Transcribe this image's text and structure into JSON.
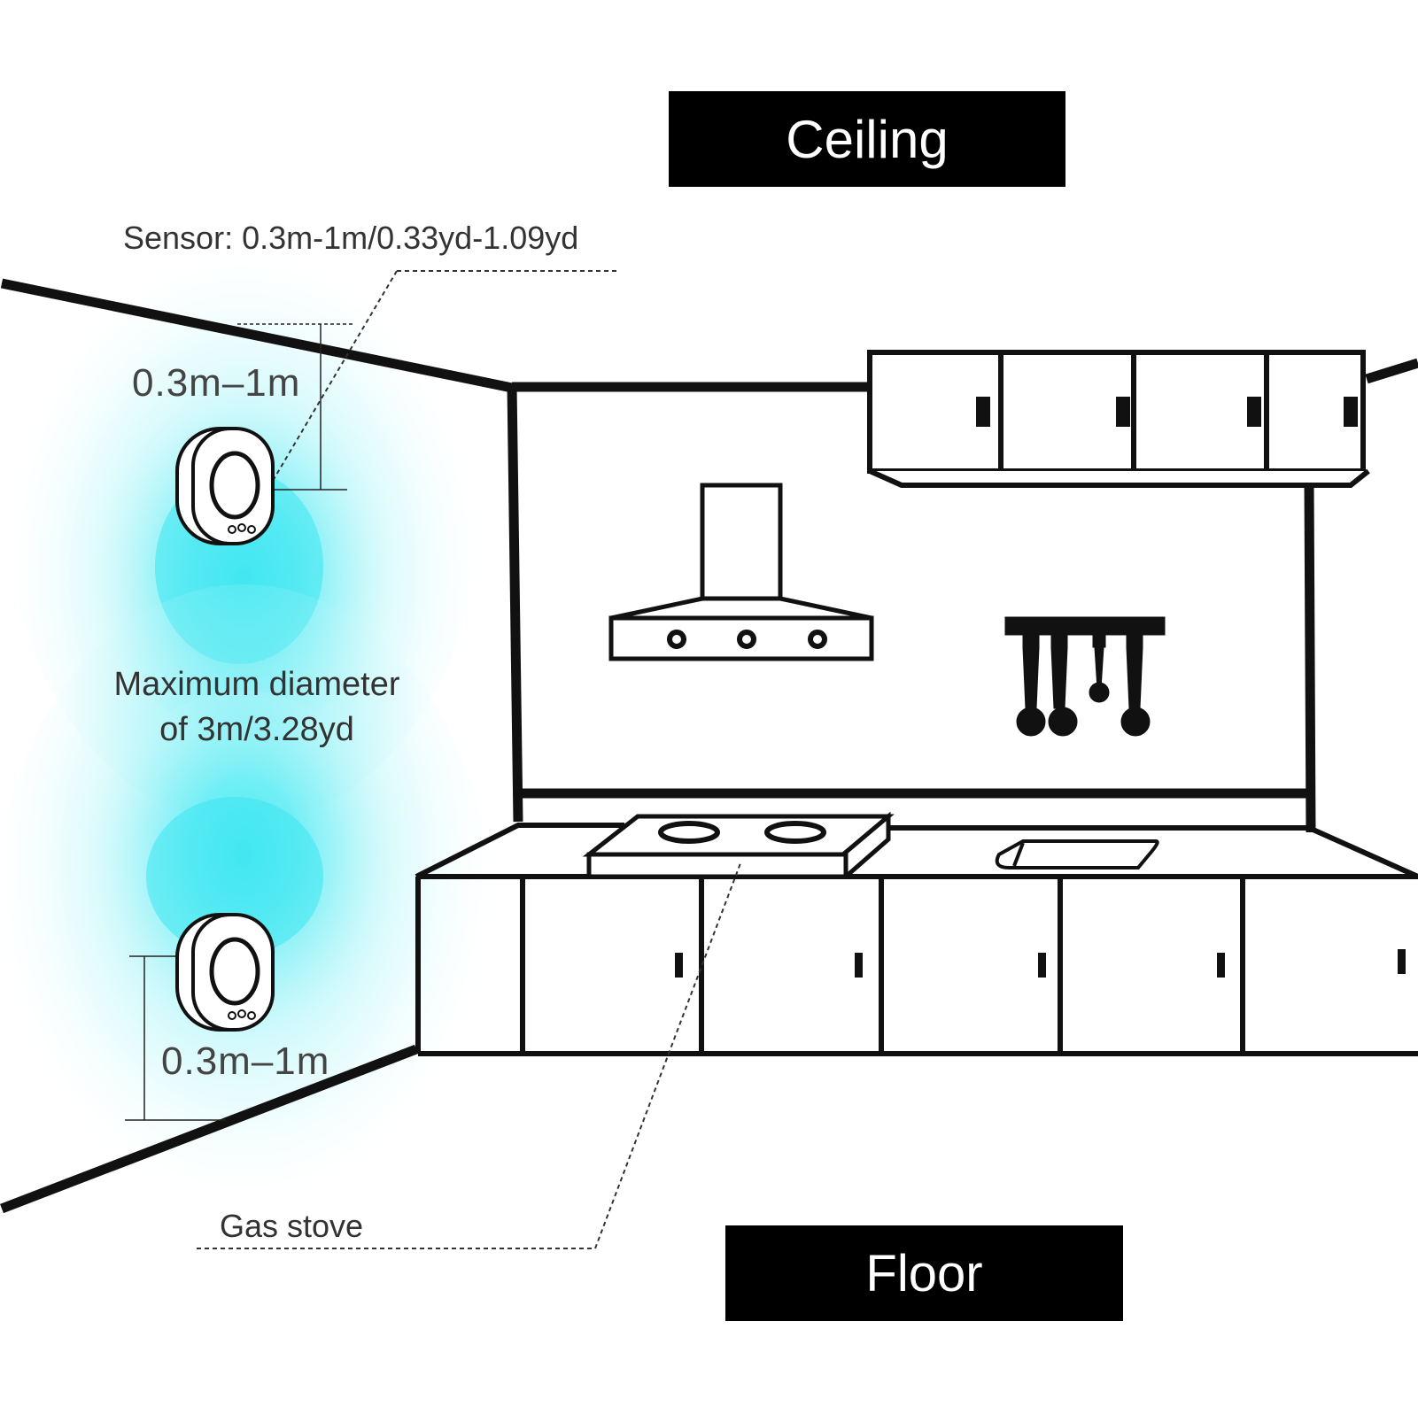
{
  "labels": {
    "ceiling": "Ceiling",
    "floor": "Floor",
    "sensor_range": "Sensor: 0.3m-1m/0.33yd-1.09yd",
    "top_distance": "0.3m–1m",
    "bottom_distance": "0.3m–1m",
    "max_diameter": "Maximum diameter of 3m/3.28yd",
    "gas_stove": "Gas stove"
  },
  "icons": {
    "top_sensor": "gas-detector-icon",
    "bottom_sensor": "gas-detector-icon",
    "range_hood": "range-hood-icon",
    "utensil_rack": "hanging-utensils-icon",
    "stove": "gas-stove-icon",
    "sink": "sink-icon"
  },
  "colors": {
    "detection_zone": "#35e6f0",
    "line": "#111111",
    "label_bg": "#000000",
    "label_text": "#ffffff"
  }
}
